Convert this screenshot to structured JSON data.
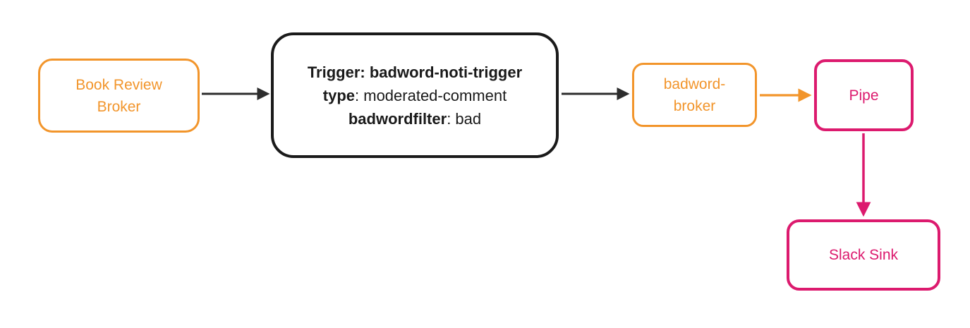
{
  "diagram": {
    "colors": {
      "orange": "#F2952B",
      "pink": "#DC1A6E",
      "black": "#1A1A1A",
      "arrow_dark": "#2D2D2D"
    },
    "nodes": {
      "book_review_broker": {
        "label": "Book Review Broker"
      },
      "trigger_filter": {
        "line1": "Trigger: badword-noti-trigger",
        "line2_key": "type",
        "line2_value": ": moderated-comment",
        "line3_key": "badwordfilter",
        "line3_value": ": bad"
      },
      "badword_broker": {
        "label": "badword-broker"
      },
      "pipe": {
        "label": "Pipe"
      },
      "slack_sink": {
        "label": "Slack Sink"
      }
    },
    "edges": [
      {
        "from": "Book Review Broker",
        "to": "Trigger: badword-noti-trigger",
        "color": "#2D2D2D"
      },
      {
        "from": "Trigger: badword-noti-trigger",
        "to": "badword-broker",
        "color": "#2D2D2D"
      },
      {
        "from": "badword-broker",
        "to": "Pipe",
        "color": "#F2952B"
      },
      {
        "from": "Pipe",
        "to": "Slack Sink",
        "color": "#DC1A6E"
      }
    ]
  }
}
